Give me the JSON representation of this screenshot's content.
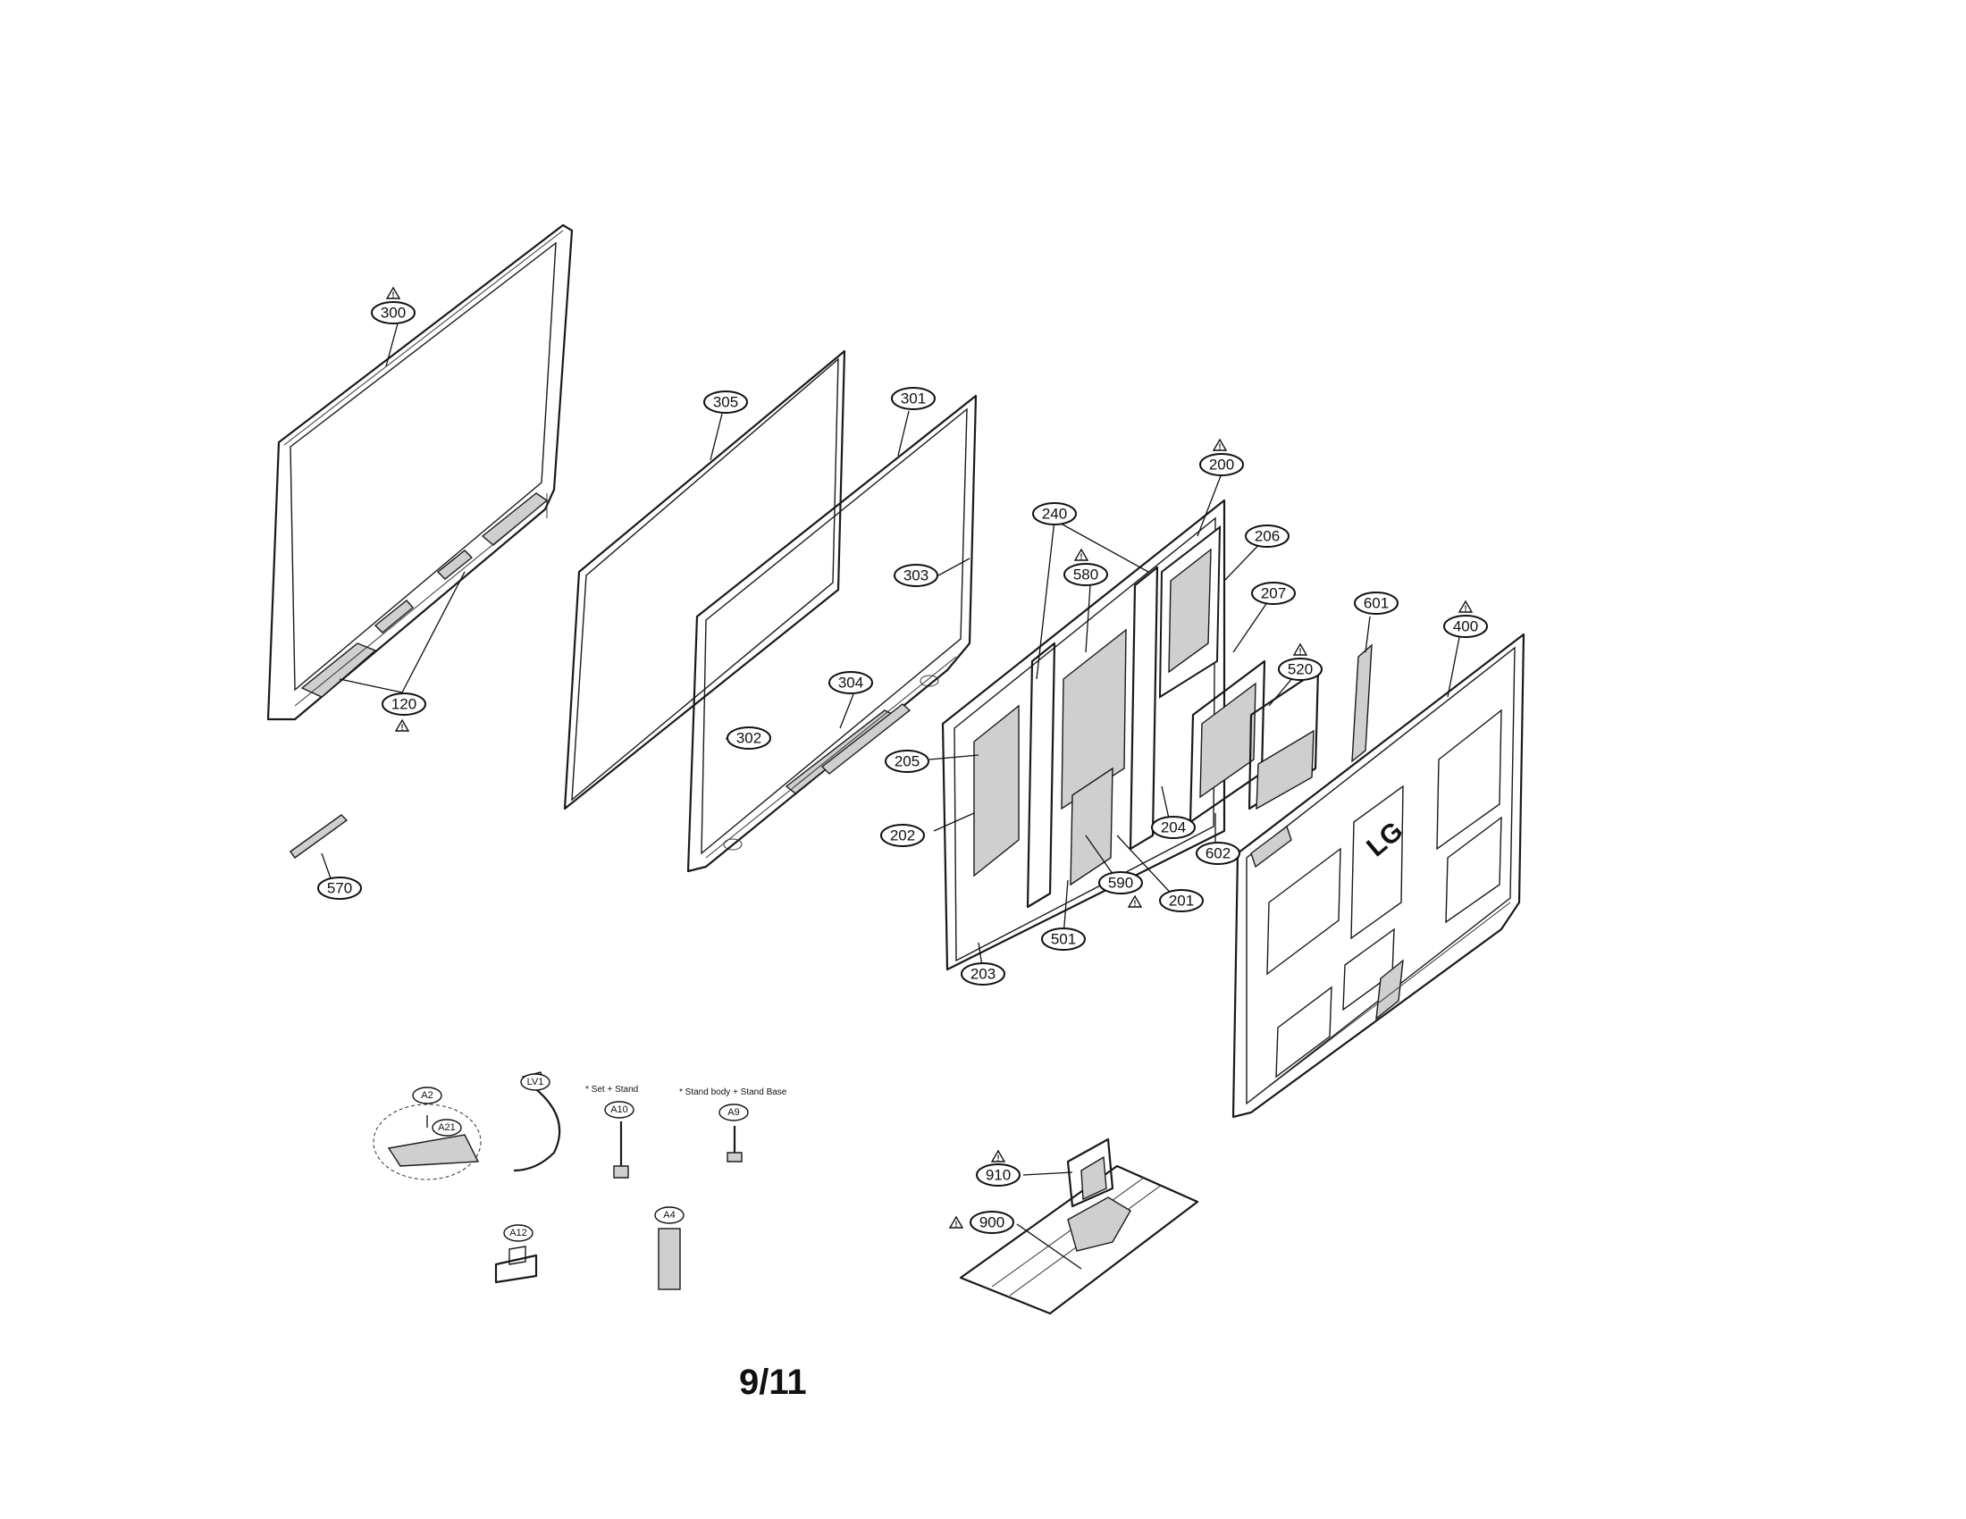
{
  "page": {
    "number": "9/11"
  },
  "notes": {
    "set_stand": "* Set + Stand",
    "stand_body_base": "* Stand body + Stand Base"
  },
  "callouts": {
    "c300": "300",
    "c305": "305",
    "c301": "301",
    "c303": "303",
    "c304": "304",
    "c302": "302",
    "c120": "120",
    "c570": "570",
    "c240": "240",
    "c580": "580",
    "c200": "200",
    "c206": "206",
    "c207": "207",
    "c601": "601",
    "c400": "400",
    "c520": "520",
    "c205": "205",
    "c202": "202",
    "c204": "204",
    "c602": "602",
    "c590": "590",
    "c201": "201",
    "c501": "501",
    "c203": "203",
    "c910": "910",
    "c900": "900"
  },
  "accessories": {
    "a2": "A2",
    "a21": "A21",
    "lv1": "LV1",
    "a10": "A10",
    "a9": "A9",
    "a12": "A12",
    "a4": "A4"
  },
  "logo": {
    "text": "LG"
  }
}
